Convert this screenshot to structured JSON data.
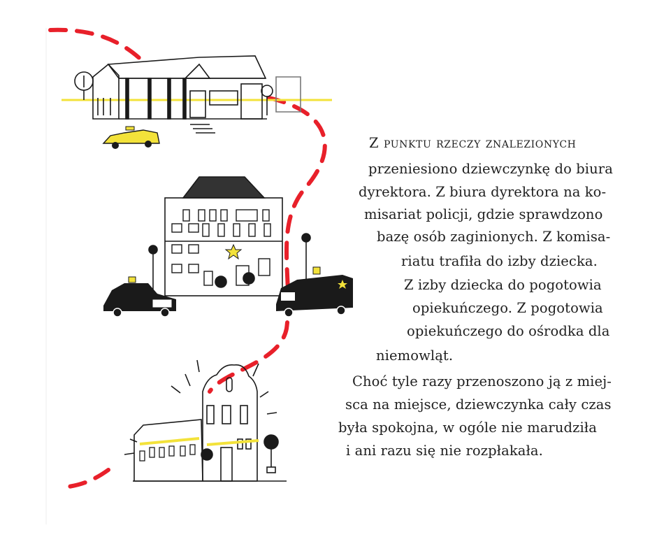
{
  "page": {
    "text_lines": [
      "Z punktu rzeczy znalezionych",
      "przeniesiono dziewczynkę do biura",
      "dyrektora. Z biura dyrektora na ko-",
      "misariat policji, gdzie sprawdzono",
      "bazę osób zaginionych. Z komisa-",
      "riatu trafiła do izby dziecka.",
      "Z izby dziecka do pogotowia",
      "opiekuńczego. Z pogotowia",
      "opiekuńczego do ośrodka dla",
      "niemowląt.",
      "Choć tyle razy przenoszono ją z miej-",
      "sca na miejsce, dziewczynka cały czas",
      "była spokojna, w ogóle nie marudziła",
      "i ani razu się nie rozpłakała."
    ]
  },
  "illustration": {
    "icons": [
      "railway-station-building",
      "taxi-car",
      "police-station-building",
      "police-car",
      "police-van",
      "orphanage-building",
      "red-dashed-path"
    ],
    "colors": {
      "path": "#e8202a",
      "accent": "#f3e23a",
      "ink": "#1a1a1a"
    }
  }
}
